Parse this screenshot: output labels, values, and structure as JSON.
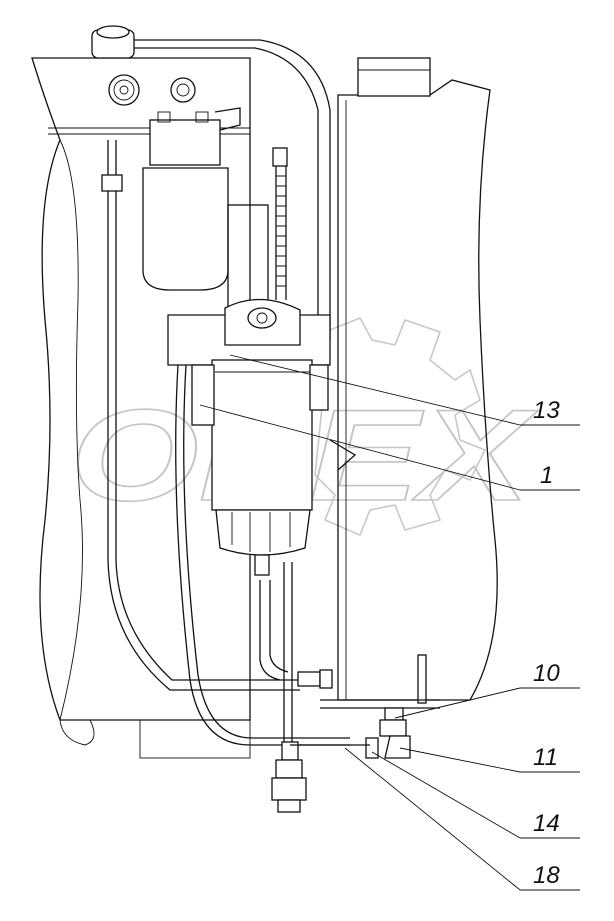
{
  "watermark": {
    "text": "OPEX"
  },
  "callouts": [
    {
      "id": "13",
      "text": "13"
    },
    {
      "id": "1",
      "text": "1"
    },
    {
      "id": "10",
      "text": "10"
    },
    {
      "id": "11",
      "text": "11"
    },
    {
      "id": "14",
      "text": "14"
    },
    {
      "id": "18",
      "text": "18"
    }
  ],
  "colors": {
    "line": "#111111",
    "watermark": "#c4c4c4",
    "background": "#ffffff"
  }
}
